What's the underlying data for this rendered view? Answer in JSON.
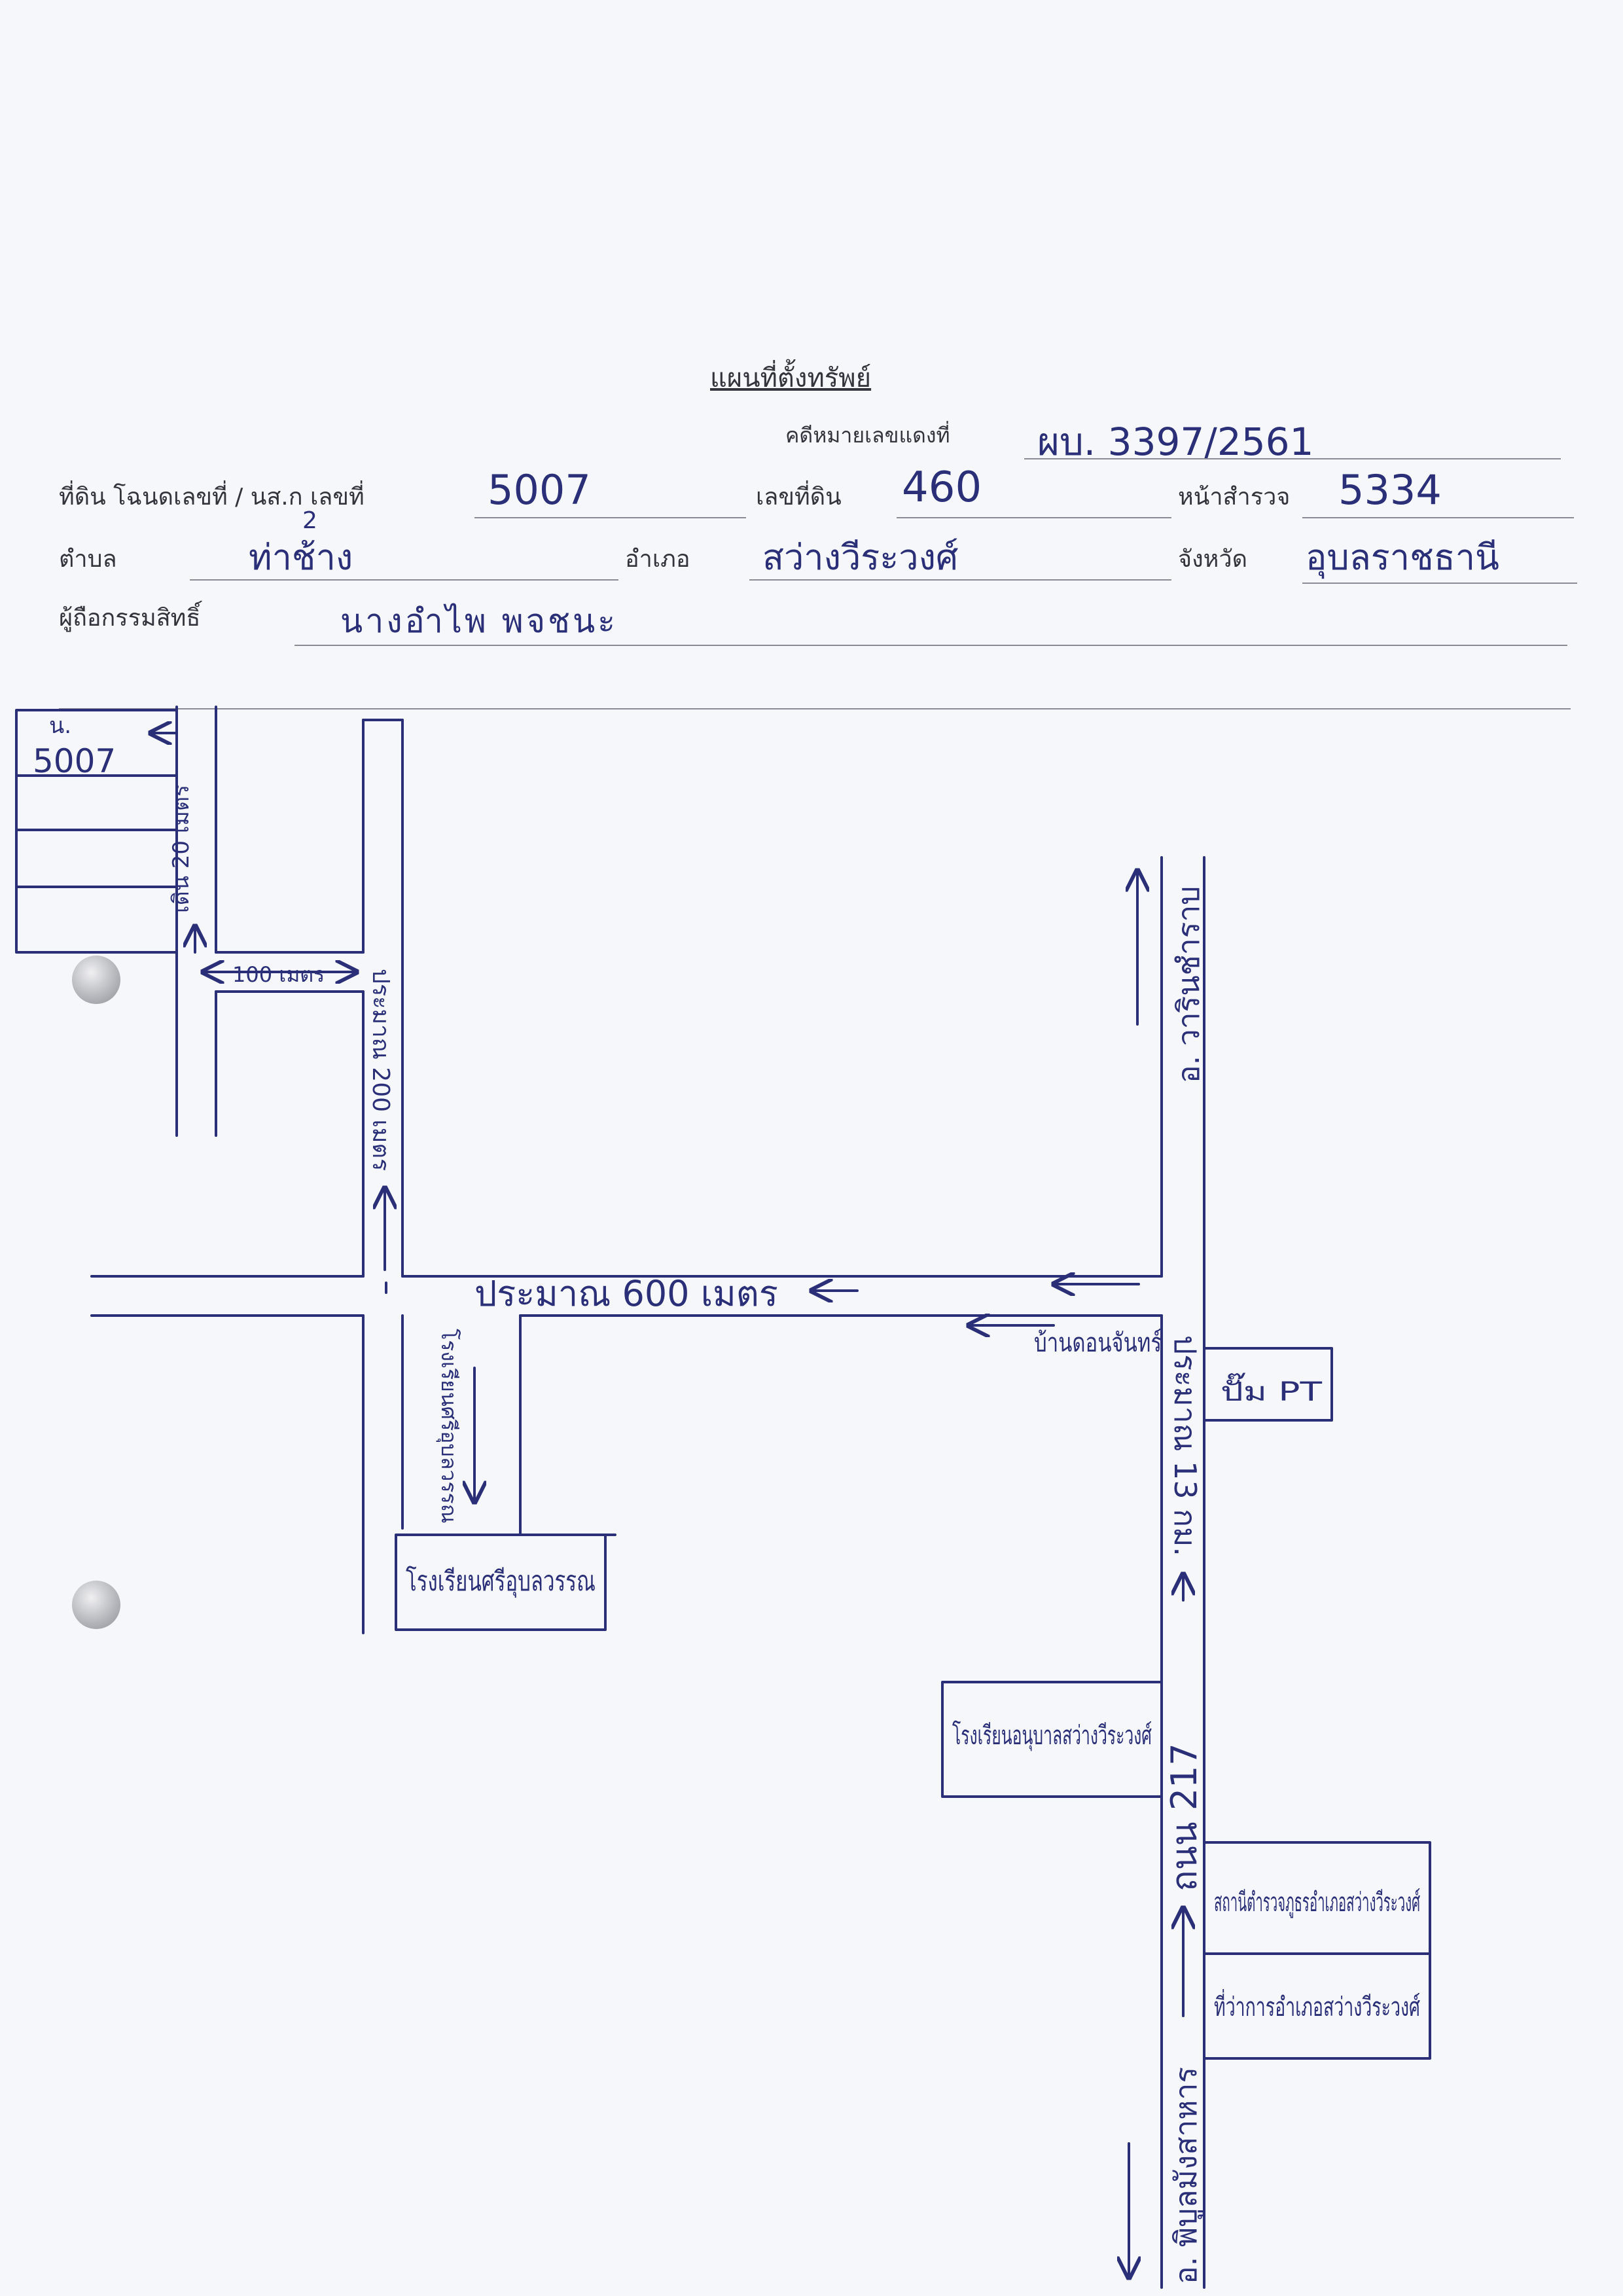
{
  "header": {
    "title": "แผนที่ตั้งทรัพย์",
    "case_label": "คดีหมายเลขแดงที่",
    "case_value": "ผบ. 3397/2561"
  },
  "fields": {
    "deed_label": "ที่ดิน โฉนดเลขที่ / นส.ก เลขที่",
    "deed_value": "5007",
    "land_no_label": "เลขที่ดิน",
    "land_no_value": "460",
    "survey_label": "หน้าสำรวจ",
    "survey_value": "5334",
    "subdistrict_label": "ตำบล",
    "subdistrict_value": "ท่าช้าง",
    "subdistrict_mark": "2",
    "district_label": "อำเภอ",
    "district_value": "สว่างวีระวงศ์",
    "province_label": "จังหวัด",
    "province_value": "อุบลราชธานี",
    "owner_label": "ผู้ถือกรรมสิทธิ์",
    "owner_value": "นางอำไพ พจชนะ"
  },
  "map": {
    "plot_label": "น.",
    "plot_number": "5007",
    "walkway_20m": "เดิน 20 เมตร",
    "distance_100m": "100 เมตร",
    "distance_200m": "ประมาณ 200 เมตร",
    "distance_600m": "ประมาณ 600 เมตร",
    "to_warin": "อ. วารินชำราบ",
    "village": "บ้านดอนจันทร์",
    "gas_station": "ปั๊ม PT",
    "school_road_label": "โรงเรียนศรีอุบลวรรณ",
    "school_sri": "โรงเรียนศรีอุบลวรรณ",
    "distance_13km": "ประมาณ 13 กม.",
    "kindergarten": "โรงเรียนอนุบาลสว่างวีระวงศ์",
    "road_217": "ถนน 217",
    "police_station": "สถานีตำรวจภูธรอำเภอสว่างวีระวงศ์",
    "district_office": "ที่ว่าการอำเภอสว่างวีระวงศ์",
    "to_phibun": "อ. พิบูลมังสาหาร"
  },
  "colors": {
    "ink": "#2a2f78",
    "paper": "#f6f7fb",
    "print": "#33343c"
  }
}
